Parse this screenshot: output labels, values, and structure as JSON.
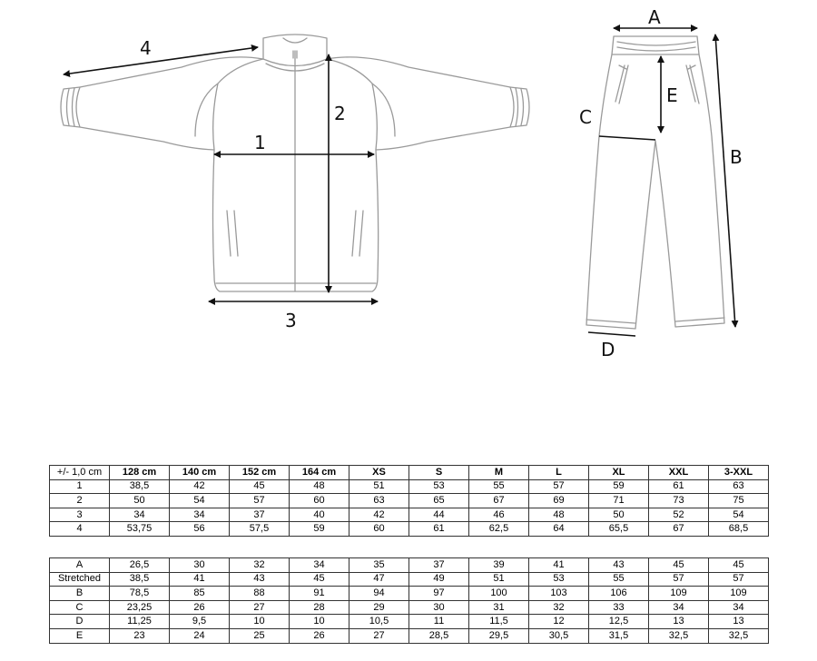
{
  "diagram": {
    "jacket_labels": {
      "sleeve": "4",
      "length": "2",
      "chest": "1",
      "hem": "3"
    },
    "pants_labels": {
      "waist": "A",
      "length": "B",
      "hip": "C",
      "rise": "E",
      "leg_opening": "D"
    }
  },
  "tables": {
    "header": [
      "+/- 1,0 cm",
      "128 cm",
      "140 cm",
      "152 cm",
      "164 cm",
      "XS",
      "S",
      "M",
      "L",
      "XL",
      "XXL",
      "3-XXL"
    ],
    "jacket_rows": [
      [
        "1",
        "38,5",
        "42",
        "45",
        "48",
        "51",
        "53",
        "55",
        "57",
        "59",
        "61",
        "63"
      ],
      [
        "2",
        "50",
        "54",
        "57",
        "60",
        "63",
        "65",
        "67",
        "69",
        "71",
        "73",
        "75"
      ],
      [
        "3",
        "34",
        "34",
        "37",
        "40",
        "42",
        "44",
        "46",
        "48",
        "50",
        "52",
        "54"
      ],
      [
        "4",
        "53,75",
        "56",
        "57,5",
        "59",
        "60",
        "61",
        "62,5",
        "64",
        "65,5",
        "67",
        "68,5"
      ]
    ],
    "pants_rows": [
      [
        "A",
        "26,5",
        "30",
        "32",
        "34",
        "35",
        "37",
        "39",
        "41",
        "43",
        "45",
        "45"
      ],
      [
        "Stretched",
        "38,5",
        "41",
        "43",
        "45",
        "47",
        "49",
        "51",
        "53",
        "55",
        "57",
        "57"
      ],
      [
        "B",
        "78,5",
        "85",
        "88",
        "91",
        "94",
        "97",
        "100",
        "103",
        "106",
        "109",
        "109"
      ],
      [
        "C",
        "23,25",
        "26",
        "27",
        "28",
        "29",
        "30",
        "31",
        "32",
        "33",
        "34",
        "34"
      ],
      [
        "D",
        "11,25",
        "9,5",
        "10",
        "10",
        "10,5",
        "11",
        "11,5",
        "12",
        "12,5",
        "13",
        "13"
      ],
      [
        "E",
        "23",
        "24",
        "25",
        "26",
        "27",
        "28,5",
        "29,5",
        "30,5",
        "31,5",
        "32,5",
        "32,5"
      ]
    ]
  }
}
